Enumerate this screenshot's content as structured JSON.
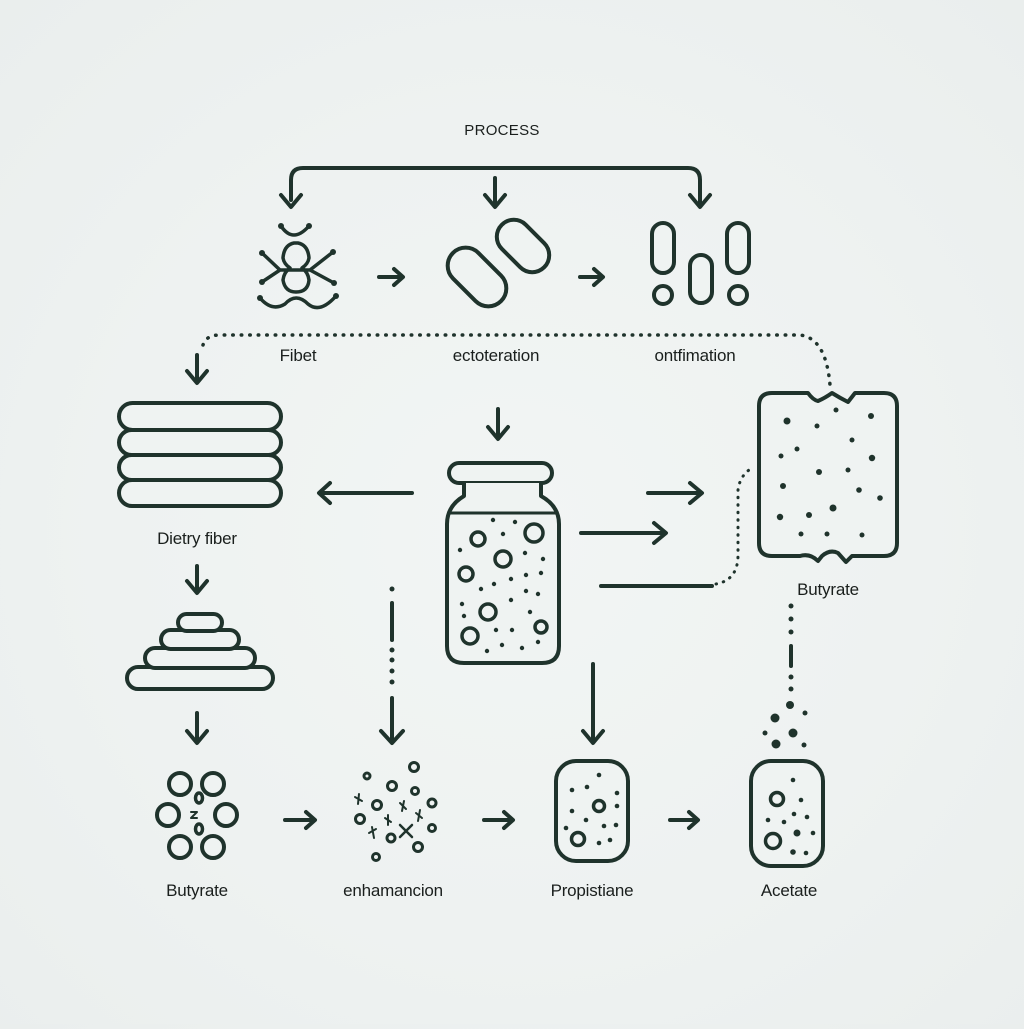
{
  "diagram": {
    "title": "PROCESS",
    "stroke_color": "#1f332c",
    "background_color": "#eef2f1",
    "top_row": [
      {
        "id": "fibet",
        "label": "Fibet",
        "icon": "bacterium-splitting-icon"
      },
      {
        "id": "ectoteration",
        "label": "ectoteration",
        "icon": "two-capsules-icon"
      },
      {
        "id": "ontfimation",
        "label": "ontfimation",
        "icon": "capsules-and-spheres-icon"
      }
    ],
    "middle_row": [
      {
        "id": "dietry-fiber",
        "label": "Dietry fiber",
        "icon": "stacked-layers-icon"
      },
      {
        "id": "fermentation-jar",
        "label": "",
        "icon": "jar-with-bubbles-icon"
      },
      {
        "id": "butyrate-block",
        "label": "Butyrate",
        "icon": "textured-block-icon"
      }
    ],
    "pyramid": {
      "icon": "stacked-pyramid-icon"
    },
    "bottom_row": [
      {
        "id": "butyrate",
        "label": "Butyrate",
        "icon": "ring-cluster-icon"
      },
      {
        "id": "enhamancion",
        "label": "enhamancion",
        "icon": "dispersed-particles-icon"
      },
      {
        "id": "propistiane",
        "label": "Propistiane",
        "icon": "rounded-container-icon"
      },
      {
        "id": "acetate",
        "label": "Acetate",
        "icon": "container-with-bubbles-icon"
      }
    ]
  }
}
